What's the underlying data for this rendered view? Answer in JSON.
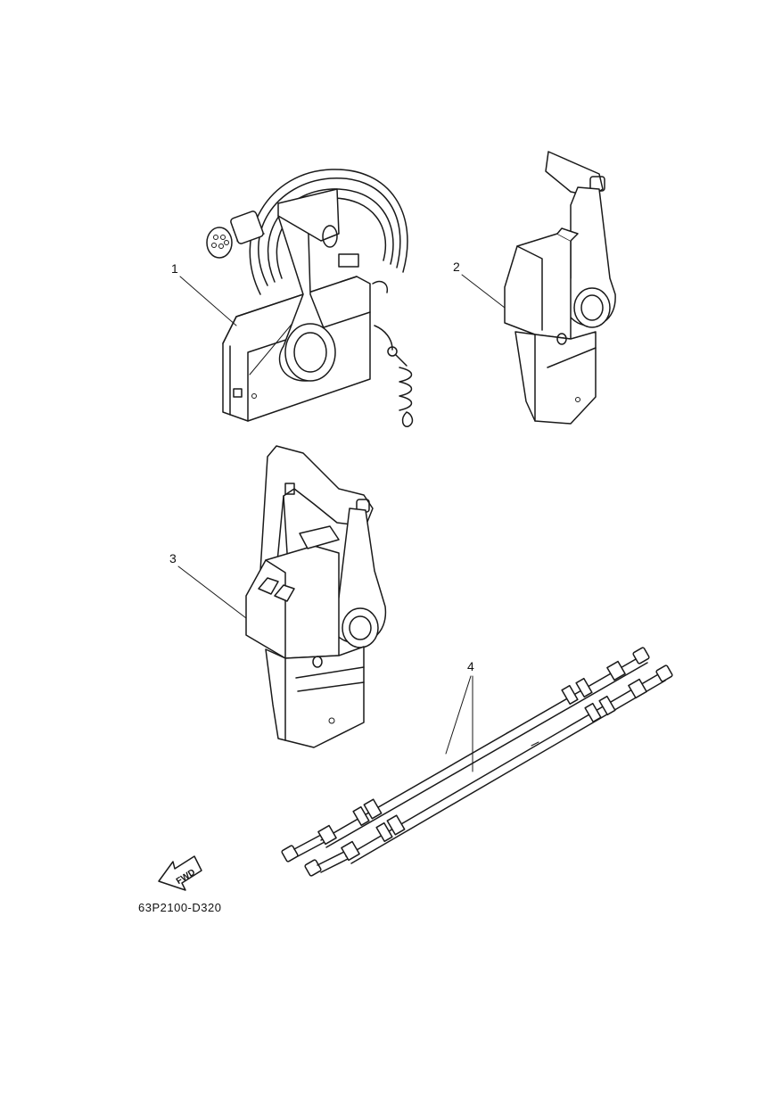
{
  "callouts": {
    "part_1": "1",
    "part_2": "2",
    "part_3": "3",
    "part_4": "4"
  },
  "fwd_label": "FWD",
  "diagram_code": "63P2100-D320"
}
